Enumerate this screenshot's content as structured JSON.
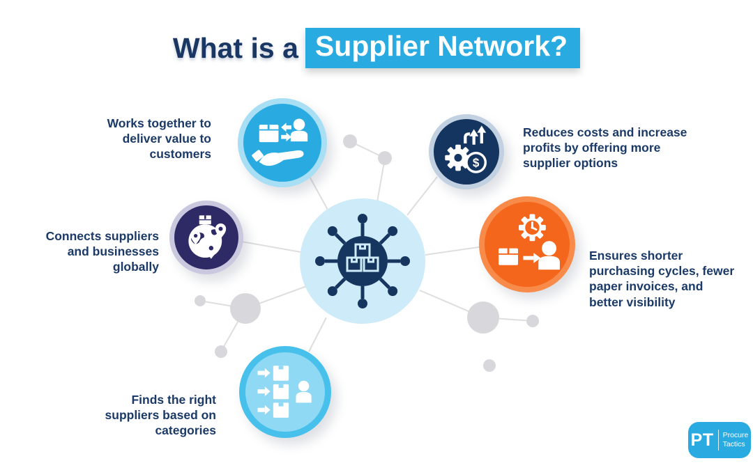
{
  "title": {
    "prefix": "What is a",
    "highlight": "Supplier Network?"
  },
  "nodes": {
    "deliver": {
      "label": "Works together to\ndeliver value to\ncustomers",
      "icon": "hand-box-person-icon",
      "color": "#29ABE2",
      "ring": "#A8DFF5"
    },
    "connect": {
      "label": "Connects suppliers\nand businesses\nglobally",
      "icon": "globe-pins-icon",
      "color": "#2D2A66",
      "ring": "#C9C8DE"
    },
    "reduce": {
      "label": "Reduces costs and increase\nprofits by offering more\nsupplier options",
      "icon": "gear-dollar-icon",
      "color": "#14355F",
      "ring": "#C2D1E1"
    },
    "ensure": {
      "label": "Ensures shorter\npurchasing cycles, fewer\npaper invoices, and\nbetter visibility",
      "icon": "gear-clock-box-person-icon",
      "color": "#F4661B",
      "ring": "#F88A4A"
    },
    "find": {
      "label": "Finds the right\nsuppliers based on\ncategories",
      "icon": "boxes-person-icon",
      "color": "#90D9F4",
      "ring": "#47C1EC"
    }
  },
  "center": {
    "icon": "supplier-network-hub-icon",
    "bg": "#CDEBF8",
    "icon_color": "#16355F"
  },
  "colors": {
    "text_navy": "#1B3A68",
    "highlight_blue": "#29ABE2",
    "decor_gray": "#D8D8DC",
    "connector_gray": "#DEDEDE"
  },
  "logo": {
    "abbr": "PT",
    "line1": "Procure",
    "line2": "Tactics",
    "bg": "#29ABE2"
  }
}
